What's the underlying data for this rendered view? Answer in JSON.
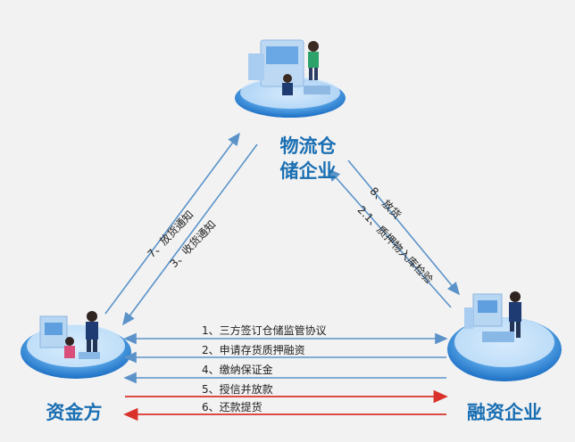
{
  "nodes": {
    "logistics": {
      "line1": "物流仓",
      "line2": "储企业"
    },
    "fund": {
      "label": "资金方"
    },
    "finance": {
      "label": "融资企业"
    }
  },
  "left_edge": [
    "7、放货通知",
    "3、收货通知"
  ],
  "right_edge": [
    "8、放货",
    "2.1、质押物入库检验"
  ],
  "bottom_steps": [
    "1、三方签订仓储监管协议",
    "2、申请存货质押融资",
    "4、缴纳保证金",
    "5、授信并放款",
    "6、还款提货"
  ],
  "colors": {
    "arrow_blue": "#5b93c9",
    "arrow_red": "#d9322b",
    "label_blue": "#1a6fb3",
    "background": "#f2f2f2"
  }
}
